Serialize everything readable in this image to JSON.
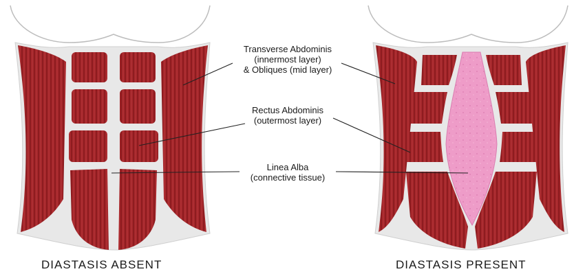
{
  "labels": {
    "transverse": {
      "line1": "Transverse Abdominis",
      "line2": "(innermost layer)",
      "line3": "& Obliques (mid layer)"
    },
    "rectus": {
      "line1": "Rectus Abdominis",
      "line2": "(outermost layer)"
    },
    "linea": {
      "line1": "Linea Alba",
      "line2": "(connective tissue)"
    }
  },
  "captions": {
    "left": "DIASTASIS ABSENT",
    "right": "DIASTASIS PRESENT"
  },
  "colors": {
    "muscle": "#a5262a",
    "muscle_stripe": "#7e161a",
    "outline": "#d9d9d9",
    "linea_alba_gap": "#ee9cc8"
  }
}
